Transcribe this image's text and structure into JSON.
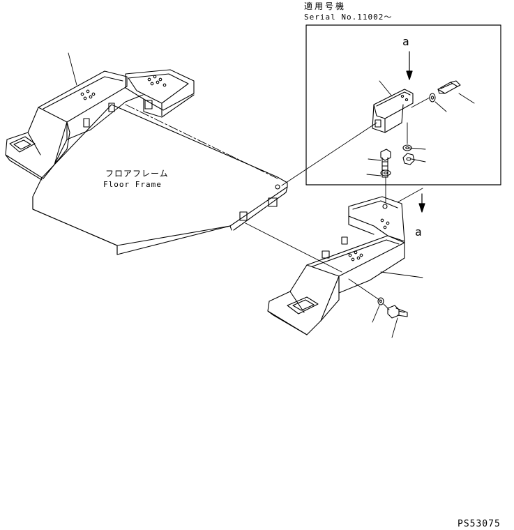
{
  "serial_box": {
    "title": "適用号機",
    "serial": "Serial No.11002～"
  },
  "floor_frame": {
    "label_jp": "フロアフレーム",
    "label_en": "Floor Frame"
  },
  "callouts": {
    "view_a_top": "a",
    "view_a_right": "a"
  },
  "drawing_code": "PS53075",
  "colors": {
    "line": "#000000",
    "background": "#ffffff"
  }
}
